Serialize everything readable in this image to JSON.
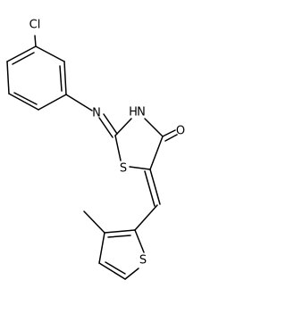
{
  "molecule": {
    "atom_labels": {
      "cl": "Cl",
      "n_imine": "N",
      "nh": "H",
      "nh_n": "N",
      "o": "O",
      "s_ring": "S",
      "s_thiophene": "S"
    },
    "colors": {
      "bond": "#000000",
      "label": "#000000",
      "background": "#ffffff"
    }
  }
}
